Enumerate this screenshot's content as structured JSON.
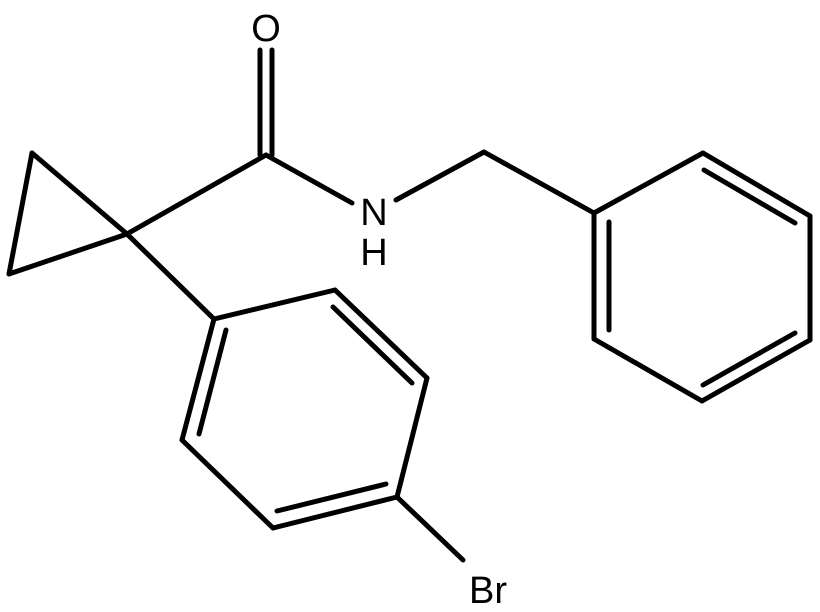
{
  "molecule": {
    "atoms": {
      "O": "O",
      "N": "N",
      "H": "H",
      "Br": "Br"
    }
  }
}
